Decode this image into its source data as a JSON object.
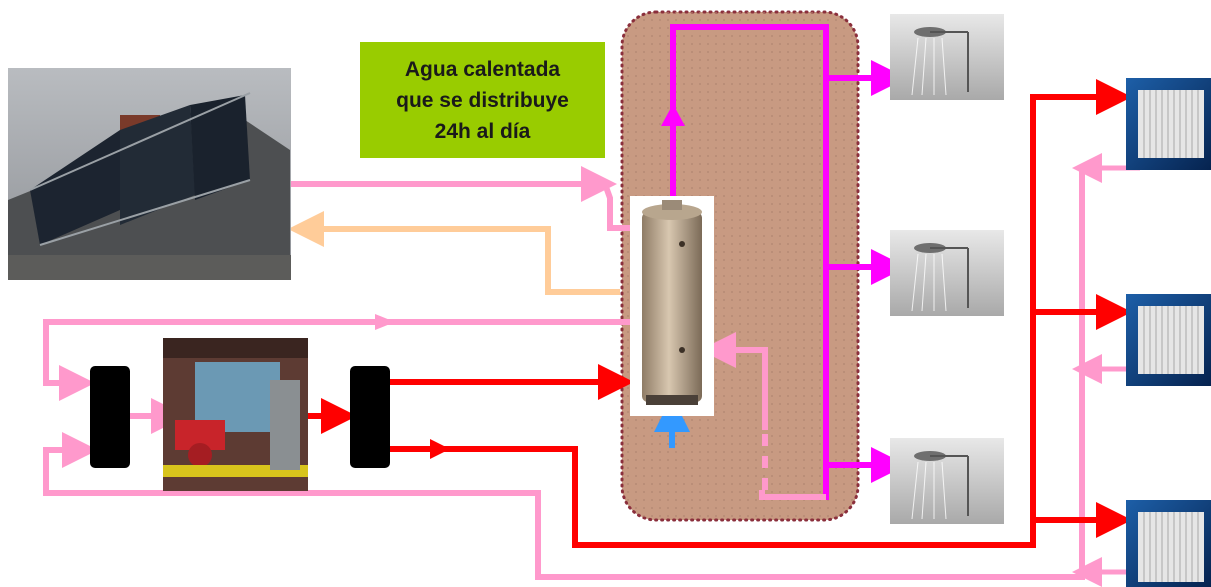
{
  "label": {
    "lines": [
      "Agua calentada",
      "que se distribuye",
      "24h al día"
    ]
  },
  "colors": {
    "label_bg": "#99cc00",
    "hot_water": "#ff00ff",
    "heating_supply": "#ff0000",
    "return_pipe": "#ff99cc",
    "solar_return": "#ffcc99",
    "cold_inlet": "#3399ff",
    "enclosure_fill": "#c89a82",
    "enclosure_dots": "#8b2f3c",
    "manifold": "#000000"
  },
  "icons": {
    "solar_panels": "solar-panels-photo",
    "boiler": "boiler-photo",
    "water_tank": "water-heater-tank-photo",
    "shower": "shower-photo",
    "radiator": "radiator-photo"
  }
}
